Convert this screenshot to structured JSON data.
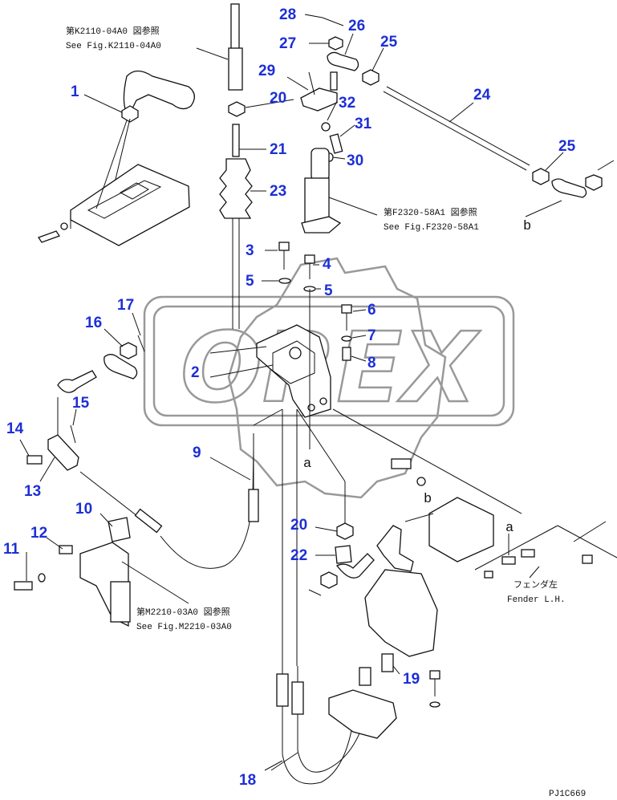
{
  "watermark": {
    "text": "OREX"
  },
  "drawing_code": "PJ1C669",
  "references": {
    "k2110_jp": "第K2110-04A0 図参照",
    "k2110_en": "See Fig.K2110-04A0",
    "f2320_jp": "第F2320-58A1 図参照",
    "f2320_en": "See Fig.F2320-58A1",
    "m2210_jp": "第M2210-03A0 図参照",
    "m2210_en": "See Fig.M2210-03A0",
    "fender_jp": "フェンダ左",
    "fender_en": "Fender L.H."
  },
  "connectors": {
    "a_upper": "a",
    "a_lower": "a",
    "b_upper": "b",
    "b_lower": "b"
  },
  "callouts": {
    "c1": "1",
    "c2": "2",
    "c3": "3",
    "c4": "4",
    "c5a": "5",
    "c5b": "5",
    "c6": "6",
    "c7": "7",
    "c8": "8",
    "c9": "9",
    "c10": "10",
    "c11": "11",
    "c12": "12",
    "c13": "13",
    "c14": "14",
    "c15": "15",
    "c16": "16",
    "c17": "17",
    "c18": "18",
    "c19": "19",
    "c20a": "20",
    "c20b": "20",
    "c21": "21",
    "c22": "22",
    "c23": "23",
    "c24": "24",
    "c25a": "25",
    "c25b": "25",
    "c26": "26",
    "c27": "27",
    "c28": "28",
    "c29": "29",
    "c30": "30",
    "c31": "31",
    "c32": "32"
  }
}
